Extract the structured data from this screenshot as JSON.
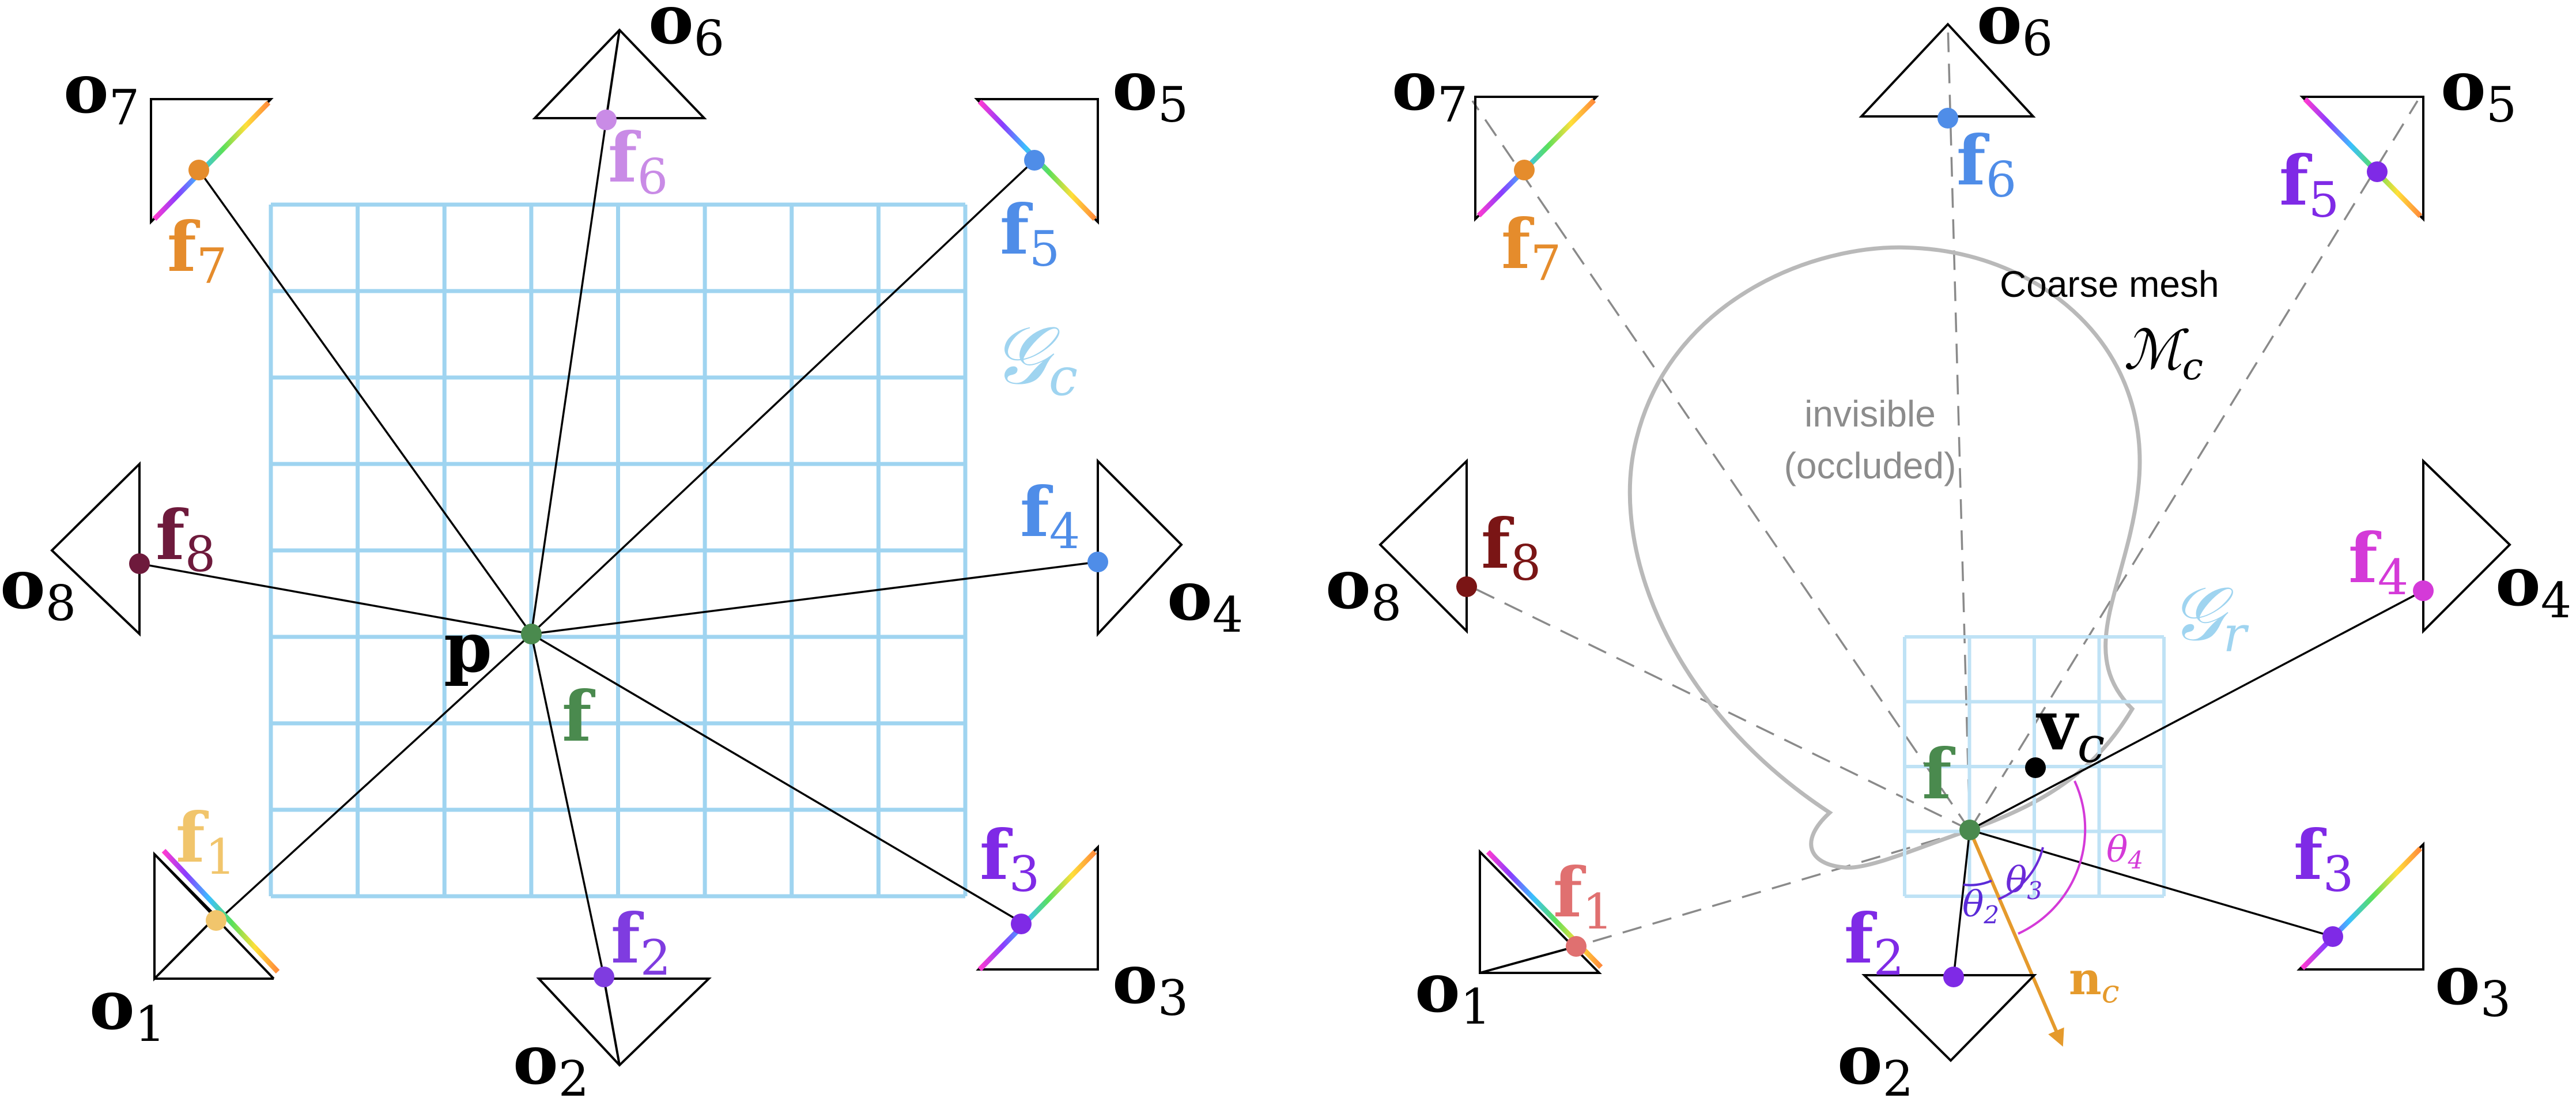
{
  "colors": {
    "grid": "#9fd4f0",
    "grid_refined": "#bfe2f5",
    "mesh": "#b9b9b9",
    "mesh_text": "#8c8c8c",
    "ray": "#000000",
    "dashed_ray": "#8a8a8a",
    "f_point": "#4a8a4e",
    "normal": "#e59a2c",
    "angle": "#7a2ad8",
    "angle_magenta": "#d43ad8"
  },
  "left": {
    "grid_label": "𝒢",
    "grid_sub": "c",
    "point_label": "p",
    "feature_label": "f",
    "cameras": [
      {
        "o": "o",
        "o_sub": "1",
        "f": "f",
        "f_sub": "1",
        "color": "#f1c56c"
      },
      {
        "o": "o",
        "o_sub": "2",
        "f": "f",
        "f_sub": "2",
        "color": "#7f3ce0"
      },
      {
        "o": "o",
        "o_sub": "3",
        "f": "f",
        "f_sub": "3",
        "color": "#7f2ae6"
      },
      {
        "o": "o",
        "o_sub": "4",
        "f": "f",
        "f_sub": "4",
        "color": "#4f8de8"
      },
      {
        "o": "o",
        "o_sub": "5",
        "f": "f",
        "f_sub": "5",
        "color": "#4f8de8"
      },
      {
        "o": "o",
        "o_sub": "6",
        "f": "f",
        "f_sub": "6",
        "color": "#c98be6"
      },
      {
        "o": "o",
        "o_sub": "7",
        "f": "f",
        "f_sub": "7",
        "color": "#e58c2c"
      },
      {
        "o": "o",
        "o_sub": "8",
        "f": "f",
        "f_sub": "8",
        "color": "#6e1a3c"
      }
    ]
  },
  "right": {
    "grid_label": "𝒢",
    "grid_sub": "r",
    "mesh_title": "Coarse mesh",
    "mesh_symbol": "ℳ",
    "mesh_sub": "c",
    "invisible_line1": "invisible",
    "invisible_line2": "(occluded)",
    "vertex_label": "v",
    "vertex_sub": "c",
    "feature_label": "f",
    "normal_label": "n",
    "normal_sub": "c",
    "angles": [
      {
        "sym": "θ",
        "sub": "2",
        "color": "#5a2ad8"
      },
      {
        "sym": "θ",
        "sub": "3",
        "color": "#6a2ad8"
      },
      {
        "sym": "θ",
        "sub": "4",
        "color": "#d43ad8"
      }
    ],
    "cameras": [
      {
        "o": "o",
        "o_sub": "1",
        "f": "f",
        "f_sub": "1",
        "color": "#e07070"
      },
      {
        "o": "o",
        "o_sub": "2",
        "f": "f",
        "f_sub": "2",
        "color": "#7f2ae6"
      },
      {
        "o": "o",
        "o_sub": "3",
        "f": "f",
        "f_sub": "3",
        "color": "#7f2ae6"
      },
      {
        "o": "o",
        "o_sub": "4",
        "f": "f",
        "f_sub": "4",
        "color": "#d43ad8"
      },
      {
        "o": "o",
        "o_sub": "5",
        "f": "f",
        "f_sub": "5",
        "color": "#7f2ae6"
      },
      {
        "o": "o",
        "o_sub": "6",
        "f": "f",
        "f_sub": "6",
        "color": "#4f8de8"
      },
      {
        "o": "o",
        "o_sub": "7",
        "f": "f",
        "f_sub": "7",
        "color": "#e58c2c"
      },
      {
        "o": "o",
        "o_sub": "8",
        "f": "f",
        "f_sub": "8",
        "color": "#7a1515"
      }
    ]
  }
}
